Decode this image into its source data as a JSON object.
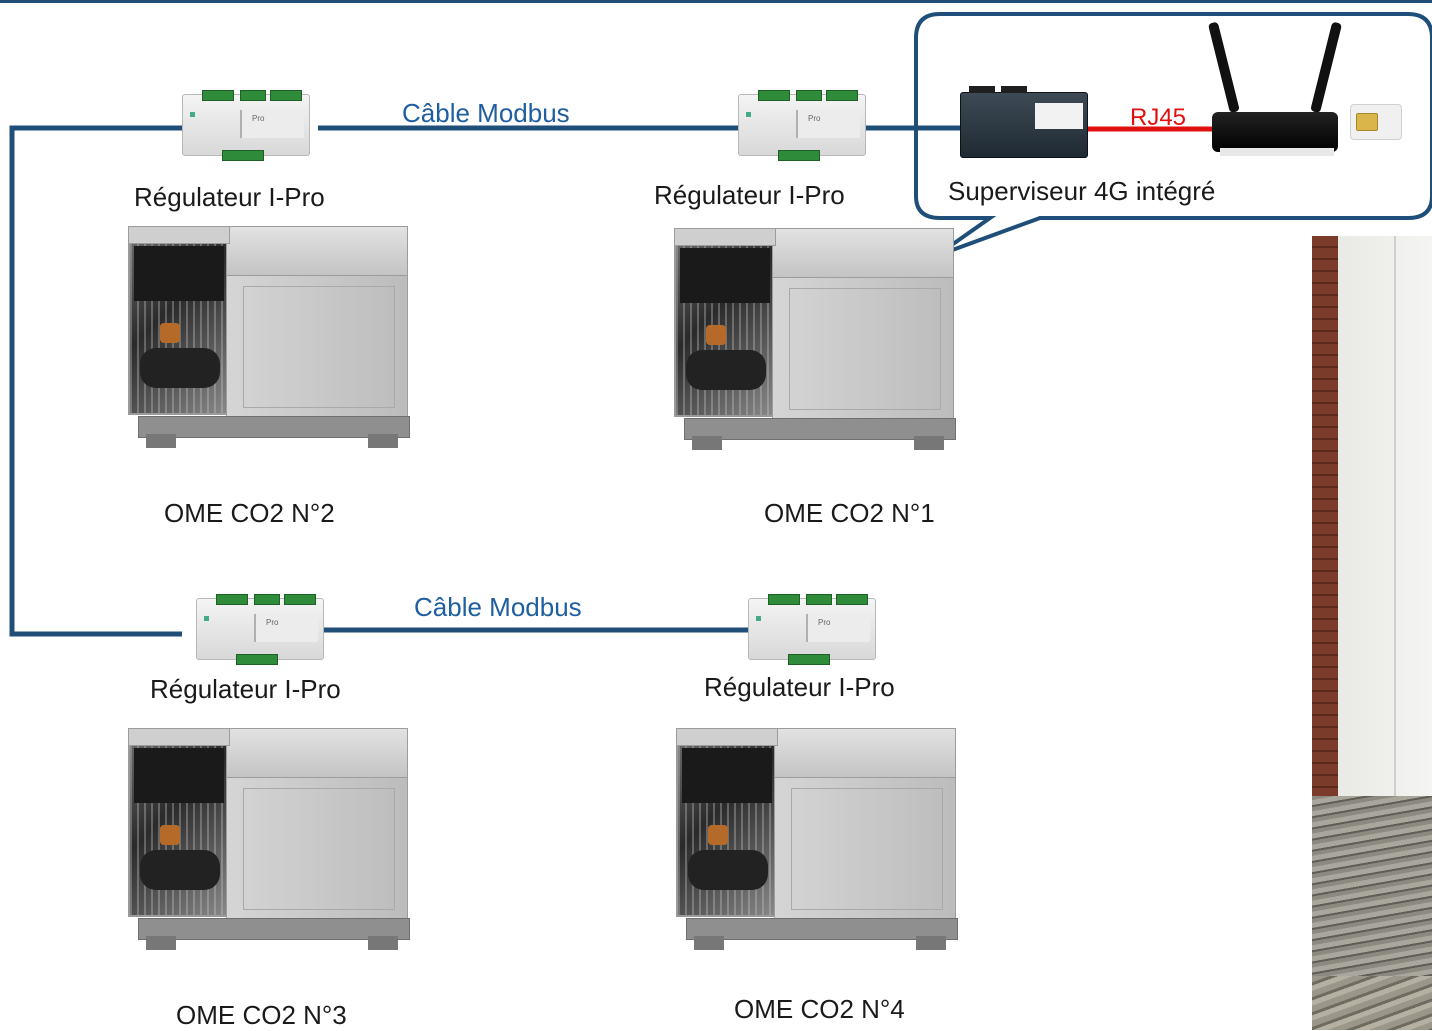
{
  "regulators": {
    "r1": "Régulateur I-Pro",
    "r2": "Régulateur I-Pro",
    "r3": "Régulateur I-Pro",
    "r4": "Régulateur I-Pro"
  },
  "cables": {
    "top": "Câble Modbus",
    "bottom": "Câble Modbus"
  },
  "units": {
    "u1": "OME CO2 N°1",
    "u2": "OME CO2 N°2",
    "u3": "OME CO2 N°3",
    "u4": "OME CO2 N°4"
  },
  "supervisor": {
    "label": "Superviseur 4G intégré",
    "link_label": "RJ45"
  },
  "module_brand": "Pro",
  "colors": {
    "modbus_line": "#1f4e79",
    "rj45_line": "#e01010",
    "cable_text": "#1f5fa0",
    "bubble_border": "#1f4e79"
  }
}
